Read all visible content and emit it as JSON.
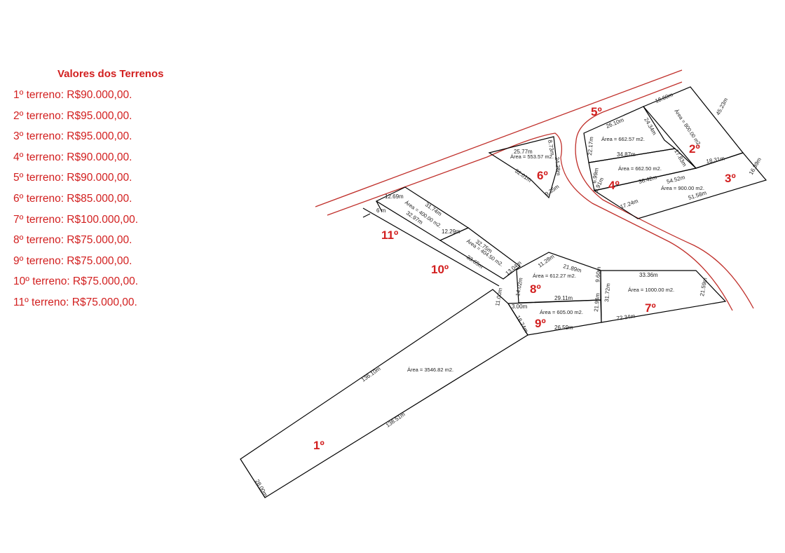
{
  "price_list": {
    "title": "Valores dos Terrenos",
    "items": [
      "1º terreno: R$90.000,00.",
      "2º terreno: R$95.000,00.",
      "3º terreno: R$95.000,00.",
      "4º terreno: R$90.000,00.",
      "5º terreno: R$90.000,00.",
      "6º terreno: R$85.000,00.",
      "7º terreno: R$100.000,00.",
      "8º terreno: R$75.000,00.",
      "9º terreno: R$75.000,00.",
      "10º terreno: R$75.000,00.",
      "11º terreno: R$75.000,00."
    ]
  },
  "map": {
    "lot_labels": {
      "l1": "1º",
      "l2": "2º",
      "l3": "3º",
      "l4": "4º",
      "l5": "5º",
      "l6": "6º",
      "l7": "7º",
      "l8": "8º",
      "l9": "9º",
      "l10": "10º",
      "l11": "11º"
    },
    "areas": {
      "a1": "Área = 3546.82  m2.",
      "a2": "Área = 800.00  m2.",
      "a3": "Área = 900.00  m2.",
      "a4": "Área = 662.50  m2.",
      "a5": "Área = 662.57  m2.",
      "a6": "Área = 553.57  m2.",
      "a7": "Área = 1000.00  m2.",
      "a8": "Área = 612.27  m2.",
      "a9": "Área = 605.00  m2.",
      "a10": "Área = 404.50  m2.",
      "a11": "Área = 400.00  m2."
    },
    "dimensions": {
      "d6m": "6 m",
      "d11_top": "12.69m",
      "d11_a": "31.74m",
      "d11_b": "32.97m",
      "d11_c": "12.29m",
      "d10_a": "32.75m",
      "d10_b": "33.65m",
      "d10_c": "13.04m",
      "d6_a": "25.77m",
      "d6_b": "8.73m",
      "d6_c": "24.28m",
      "d6_d": "32.01m",
      "d6_e": "9.35m",
      "d5_a": "26.10m",
      "d5_b": "24.34m",
      "d5_c": "22.17m",
      "d5_d": "34.87m",
      "d2_a": "18.60m",
      "d2_b": "45.23m",
      "d2_c": "17.83m",
      "d2_d": "18.31m",
      "d4_a": "6.99m",
      "d4_b": "9.91m",
      "d4_c": "36.42m",
      "d3_a": "16.89m",
      "d3_b": "54.52m",
      "d3_c": "51.58m",
      "d3_d": "17.24m",
      "d8_a": "11.28m",
      "d8_b": "21.89m",
      "d8_c": "9.60m",
      "d8_d": "14.02m",
      "d9_a": "29.11m",
      "d9_b": "21.94m",
      "d9_c": "3.00m",
      "d9_d": "18.74m",
      "d9_e": "26.59m",
      "d7_a": "33.36m",
      "d7_b": "31.72m",
      "d7_c": "21.59m",
      "d7_d": "72.34m",
      "d1_a": "11.00m",
      "d1_b": "136.10m",
      "d1_c": "138.51m",
      "d1_d": "28.00m"
    }
  }
}
